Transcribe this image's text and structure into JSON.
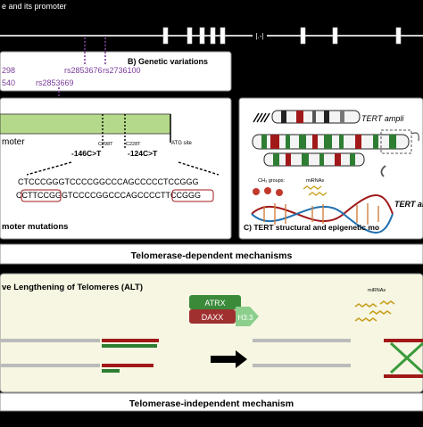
{
  "top": {
    "title": "e and its promoter"
  },
  "panel_b": {
    "title": "B) Genetic variations",
    "snps": [
      "298",
      "rs2853676",
      "rs2736100",
      "540",
      "rs2853669"
    ]
  },
  "panel_a": {
    "promoter_label": "moter",
    "atg_label": "ATG site",
    "pos_c298t": "C298T",
    "pos_c228t": "C228T",
    "mut_146": "-146C>T",
    "mut_124": "-124C>T",
    "seq_upper": "CTCCCGGGTCCCCGGCCCAGCCCCCTCCGGG",
    "seq_lower": "CCTTCCGGGTCCCCGGCCCAGCCCCTTCCGGG",
    "caption": "moter mutations"
  },
  "panel_c": {
    "ampli_label": "TERT ampli",
    "ch3_label": "CH₃ groups:",
    "mirna_label": "miRNAs",
    "tert_and_label": "TERT and T",
    "caption": "C) TERT structural and epigenetic mo"
  },
  "banner_dependent": "Telomerase-dependent mechanisms",
  "alt_panel": {
    "title": "ve Lengthening of Telomeres (ALT)",
    "atrx": "ATRX",
    "daxx": "DAXX",
    "h33": "H3.3",
    "mirnas": "miRNAs"
  },
  "banner_independent": "Telomerase-independent mechanism",
  "colors": {
    "green_bar": "#b5d98a",
    "purple": "#7a3c9a",
    "dark_red": "#a01818",
    "green_dark": "#2e7d32",
    "gold": "#c8a020"
  }
}
